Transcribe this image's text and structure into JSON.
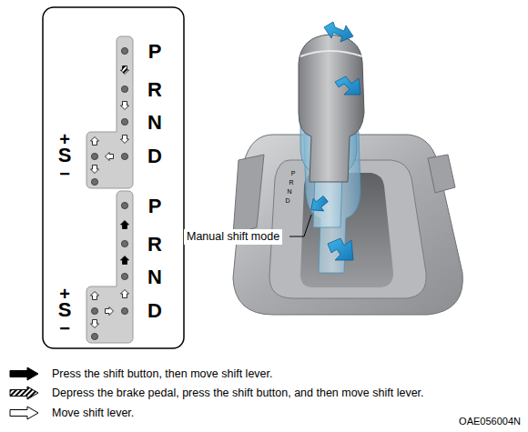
{
  "diagram": {
    "labels": [
      "P",
      "R",
      "N",
      "D",
      "+",
      "S",
      "−",
      "P",
      "R",
      "N",
      "D",
      "+",
      "S",
      "−",
      "P",
      "R",
      "N",
      "D",
      "Manual shift mode",
      "OAE056004N"
    ],
    "legend": [
      {
        "text": "Press the shift button, then move shift lever."
      },
      {
        "text": "Depress the brake pedal, press the shift button, and then move shift lever."
      },
      {
        "text": "Move shift lever."
      }
    ]
  }
}
